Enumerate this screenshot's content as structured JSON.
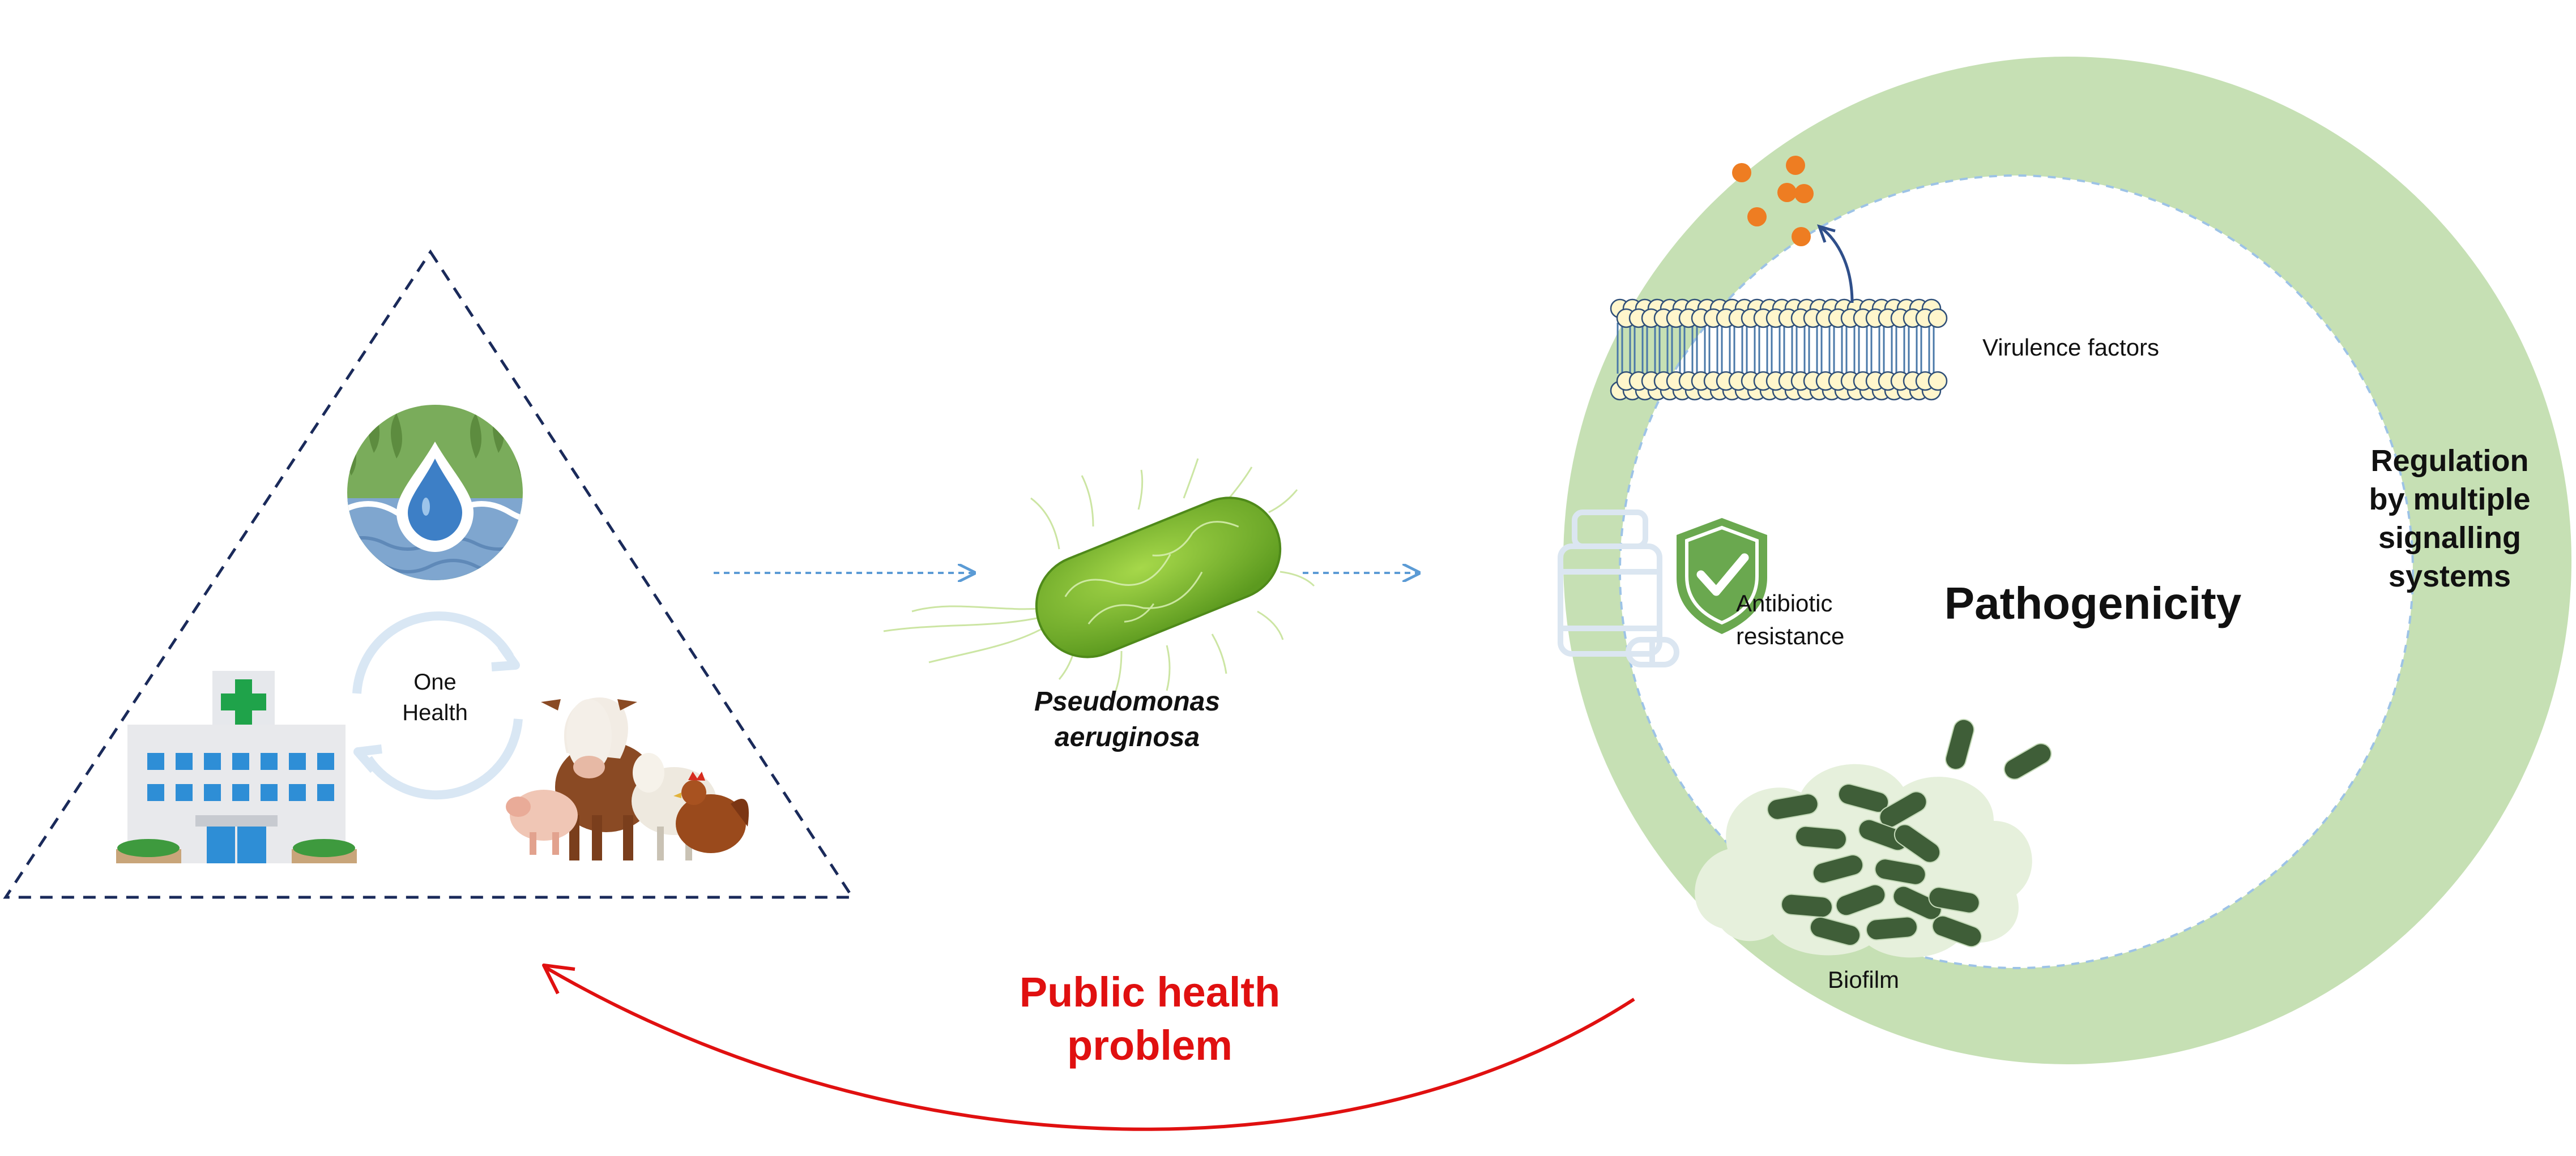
{
  "one_health": {
    "line1": "One",
    "line2": "Health"
  },
  "bacterium": {
    "line1": "Pseudomonas",
    "line2": "aeruginosa"
  },
  "pathogenicity": {
    "title": "Pathogenicity",
    "virulence": "Virulence factors",
    "antibiotic_line1": "Antibiotic",
    "antibiotic_line2": "resistance",
    "biofilm": "Biofilm"
  },
  "regulation": {
    "line1": "Regulation",
    "line2": "by multiple",
    "line3": "signalling",
    "line4": "systems"
  },
  "public_health": {
    "line1": "Public health",
    "line2": "problem"
  },
  "colors": {
    "accent_red": "#e01010",
    "navy": "#1a2a5a",
    "ring_green": "#c6e0b4",
    "bacteria_green": "#7dbb2e",
    "biofilm_green": "#3f5e38",
    "dot_orange": "#ee7d22",
    "hospital_blue": "#2e8ed6"
  },
  "icons": [
    "water-plant-icon",
    "cycle-icon",
    "hospital-icon",
    "animals-icon",
    "membrane-icon",
    "shield-check-icon",
    "pill-bottle-icon",
    "biofilm-icon"
  ]
}
